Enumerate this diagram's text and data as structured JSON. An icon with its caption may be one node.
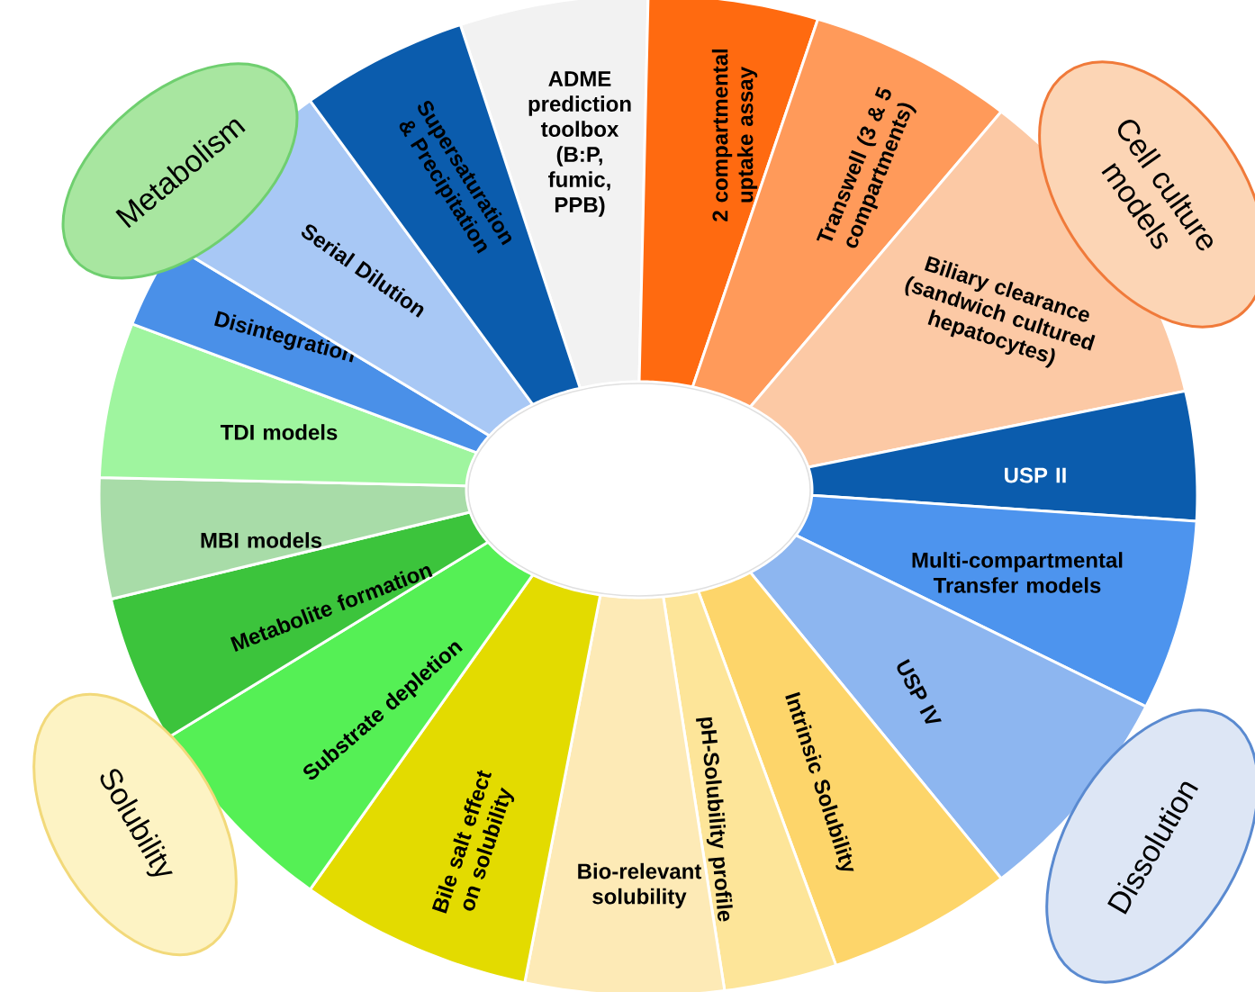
{
  "diagram": {
    "nodes": [
      {
        "text": [],
        "shape": "ellipse"
      },
      {
        "text": [
          "ADME prediction toolbox (B:P, fumic, PPB)"
        ]
      },
      {
        "text": [
          "2 compartmental uptake assay"
        ]
      },
      {
        "text": [
          "Transwell (3 & 5 compartments)"
        ]
      },
      {
        "text": [
          "Biliary clearance (sandwich cultured hepatocytes)"
        ]
      },
      {
        "text": [
          "USP II"
        ]
      },
      {
        "text": [
          "Multi-compartmental Transfer models"
        ]
      },
      {
        "text": [
          "USP IV"
        ]
      },
      {
        "text": [
          "Intrinsic Solubility"
        ]
      },
      {
        "text": [
          "pH-Solubility profile"
        ]
      },
      {
        "text": [
          "Bio-relevant solubility"
        ]
      },
      {
        "text": [
          "Bile salt effect on solubility"
        ]
      },
      {
        "text": [
          "Substrate depletion"
        ]
      },
      {
        "text": [
          "Metabolite formation"
        ]
      },
      {
        "text": [
          "MBI models"
        ]
      },
      {
        "text": [
          "TDI models"
        ]
      },
      {
        "text": [
          "Disintegration"
        ]
      },
      {
        "text": [
          "Serial Dilution"
        ]
      },
      {
        "text": [
          "Supersaturation & Precipitation"
        ]
      },
      {
        "text": [
          "Metabolism"
        ]
      },
      {
        "text": [
          "Cell culture models"
        ]
      },
      {
        "text": [
          "Solubility"
        ]
      },
      {
        "text": [
          "Dissolution"
        ]
      }
    ]
  }
}
